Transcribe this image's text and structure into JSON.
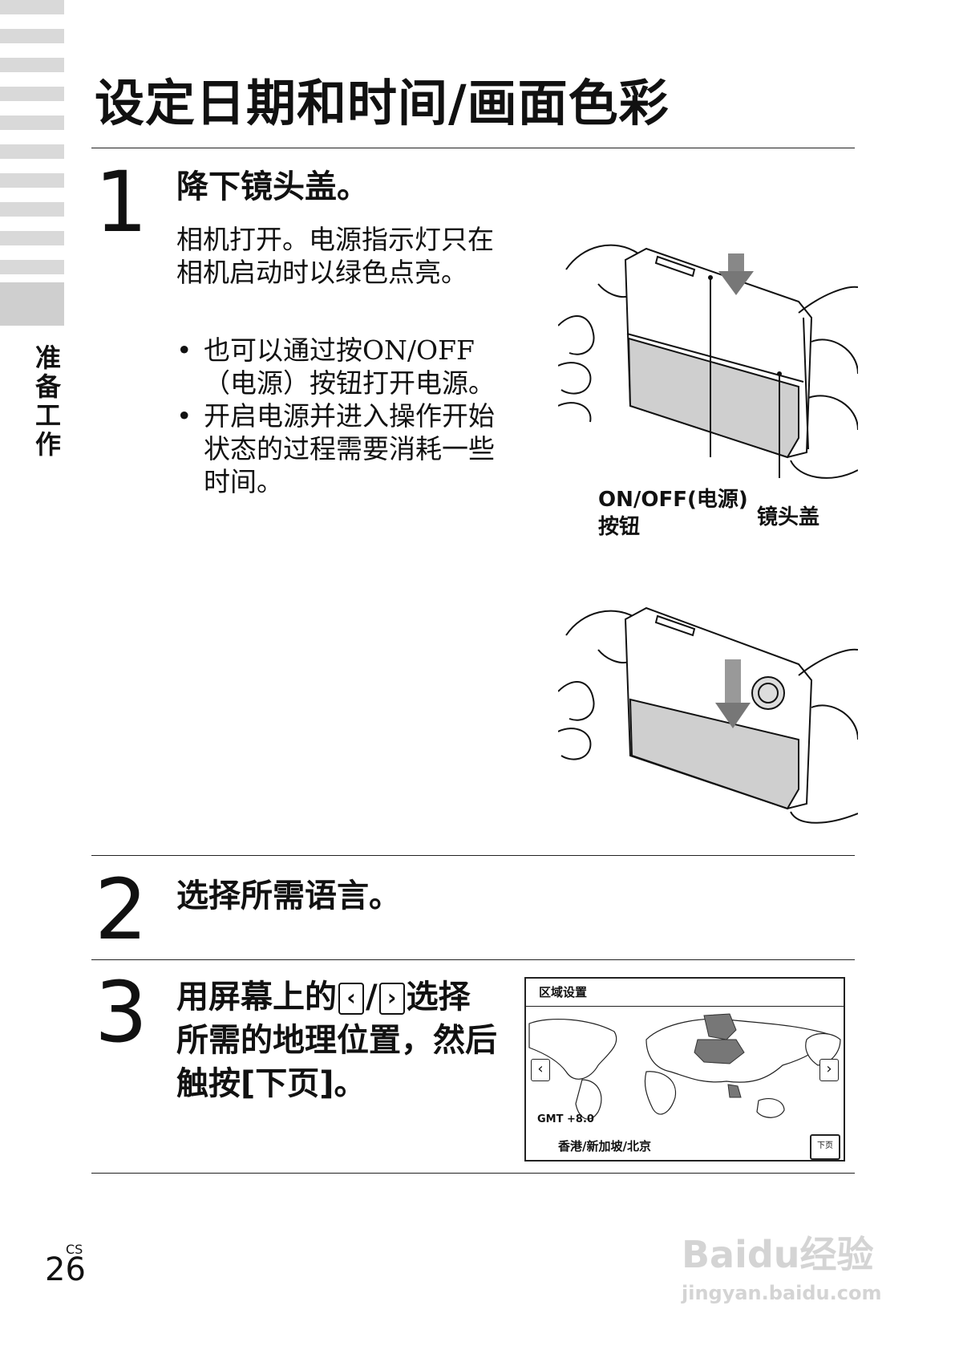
{
  "sidebar": {
    "section_label": "准备工作"
  },
  "page": {
    "title": "设定日期和时间/画面色彩",
    "lang_code": "CS",
    "number": "26"
  },
  "step1": {
    "number": "1",
    "heading": "降下镜头盖。",
    "body": "相机打开。电源指示灯只在相机启动时以绿色点亮。",
    "bullets": [
      "也可以通过按ON/OFF（电源）按钮打开电源。",
      "开启电源并进入操作开始状态的过程需要消耗一些时间。"
    ],
    "callout_power_line1": "ON/OFF(电源)",
    "callout_power_line2": "按钮",
    "callout_lens": "镜头盖"
  },
  "step2": {
    "number": "2",
    "heading": "选择所需语言。"
  },
  "step3": {
    "number": "3",
    "heading_part1": "用屏幕上的",
    "left_key": "‹",
    "slash": "/",
    "right_key": "›",
    "heading_part2": "选择所需的地理位置，然后触按[下页]。"
  },
  "map_screen": {
    "title": "区域设置",
    "gmt": "GMT   +8.0",
    "city": "香港/新加坡/北京",
    "next_button": "下页",
    "left_arrow": "‹",
    "right_arrow": "›"
  },
  "watermark": {
    "brand": "Baidu经验",
    "url": "jingyan.baidu.com"
  }
}
